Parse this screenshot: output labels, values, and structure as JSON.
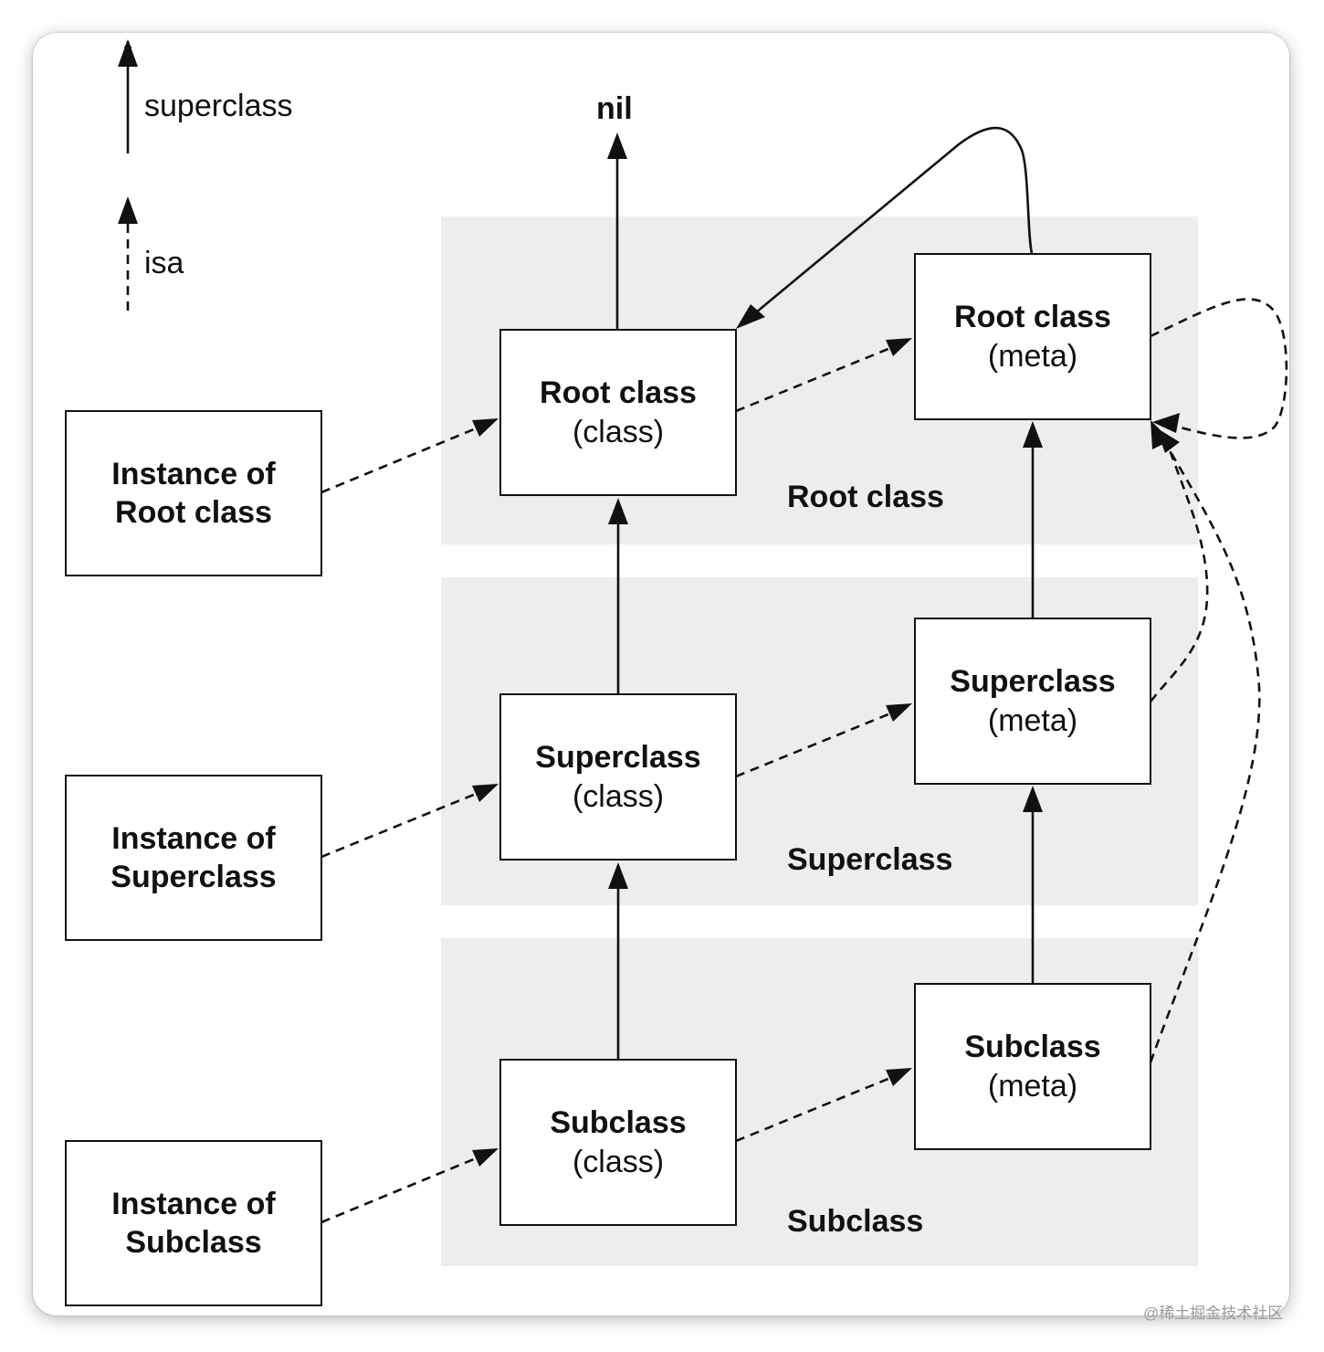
{
  "legend": {
    "superclass_label": "superclass",
    "isa_label": "isa"
  },
  "nil_label": "nil",
  "bands": {
    "root": "Root class",
    "superclass": "Superclass",
    "subclass": "Subclass"
  },
  "instances": {
    "root": [
      "Instance of",
      "Root class"
    ],
    "superclass": [
      "Instance of",
      "Superclass"
    ],
    "subclass": [
      "Instance of",
      "Subclass"
    ]
  },
  "classes": {
    "root": {
      "title": "Root class",
      "sub": "(class)"
    },
    "superclass": {
      "title": "Superclass",
      "sub": "(class)"
    },
    "subclass": {
      "title": "Subclass",
      "sub": "(class)"
    }
  },
  "metas": {
    "root": {
      "title": "Root class",
      "sub": "(meta)"
    },
    "superclass": {
      "title": "Superclass",
      "sub": "(meta)"
    },
    "subclass": {
      "title": "Subclass",
      "sub": "(meta)"
    }
  },
  "watermark": "@稀土掘金技术社区"
}
